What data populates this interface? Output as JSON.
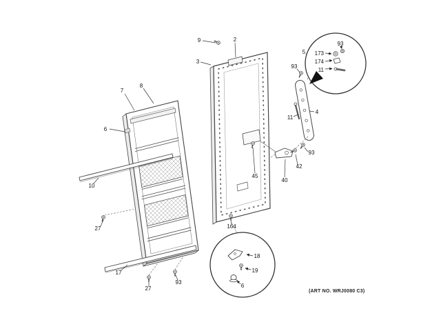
{
  "art_no": "(ART NO. WRJ0080 C3)",
  "labels": [
    {
      "text": "9"
    },
    {
      "text": "2"
    },
    {
      "text": "3"
    },
    {
      "text": "8"
    },
    {
      "text": "7"
    },
    {
      "text": "6"
    },
    {
      "text": "10"
    },
    {
      "text": "27"
    },
    {
      "text": "17"
    },
    {
      "text": "27"
    },
    {
      "text": "93"
    },
    {
      "text": "164"
    },
    {
      "text": "45"
    },
    {
      "text": "40"
    },
    {
      "text": "42"
    },
    {
      "text": "93"
    },
    {
      "text": "11"
    },
    {
      "text": "4"
    },
    {
      "text": "93"
    },
    {
      "text": "5"
    },
    {
      "text": "173"
    },
    {
      "text": "93"
    },
    {
      "text": "174"
    },
    {
      "text": "11"
    },
    {
      "text": "18"
    },
    {
      "text": "19"
    },
    {
      "text": "6"
    }
  ]
}
